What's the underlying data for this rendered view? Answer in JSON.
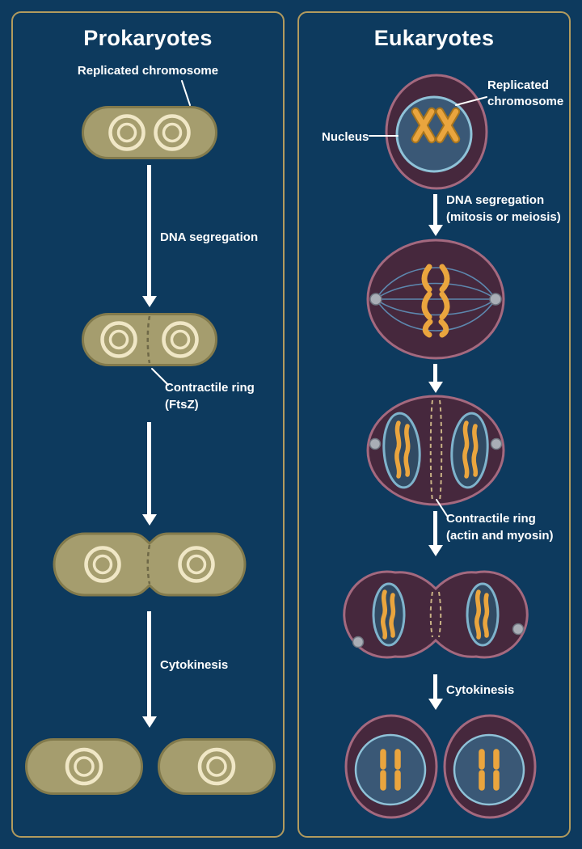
{
  "prokaryotes": {
    "title": "Prokaryotes",
    "labels": {
      "replicated_chromosome": "Replicated chromosome",
      "dna_segregation": "DNA segregation",
      "contractile_ring": "Contractile ring",
      "contractile_ring_detail": "(FtsZ)",
      "cytokinesis": "Cytokinesis"
    }
  },
  "eukaryotes": {
    "title": "Eukaryotes",
    "labels": {
      "replicated": "Replicated",
      "chromosome": "chromosome",
      "nucleus": "Nucleus",
      "dna_segregation": "DNA segregation",
      "dna_segregation_detail": "(mitosis or meiosis)",
      "contractile_ring": "Contractile ring",
      "contractile_ring_detail": "(actin and myosin)",
      "cytokinesis": "Cytokinesis"
    }
  },
  "colors": {
    "background": "#0d3a5e",
    "panel_border": "#b29b5e",
    "text": "#ffffff",
    "prokaryote_cell": "#a59d6e",
    "prokaryote_cell_outline": "#827a4c",
    "prokaryote_chromosome_ring": "#f0e7c6",
    "prokaryote_ring_dash": "#6e6847",
    "eukaryote_cell": "#46283d",
    "eukaryote_cell_outline": "#a4697f",
    "nucleus_fill": "#3a5876",
    "nucleus_outline": "#8fc2d8",
    "chromosome_orange": "#eaa53e",
    "centrosome_gray": "#a9aeb6",
    "spindle_blue": "#5d87ae",
    "contractile_ring_dash": "#c9b286"
  }
}
